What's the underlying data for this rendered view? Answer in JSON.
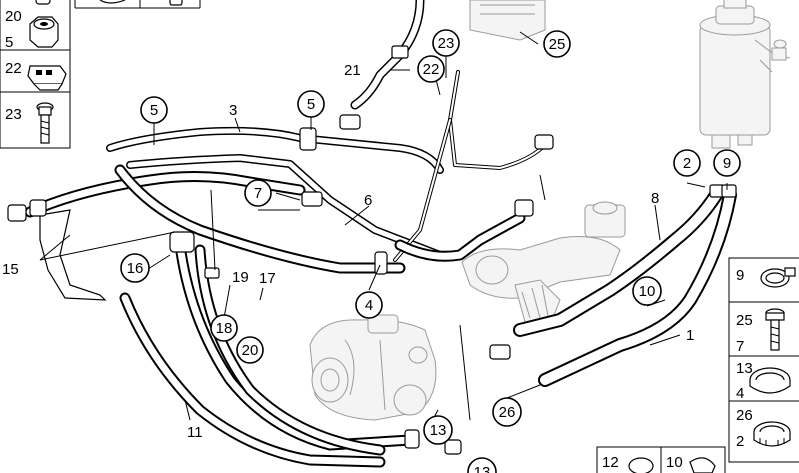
{
  "callouts": {
    "c2": "2",
    "c5a": "5",
    "c5b": "5",
    "c7": "7",
    "c9": "9",
    "c10": "10",
    "c13a": "13",
    "c13b": "13",
    "c16": "16",
    "c18": "18",
    "c20": "20",
    "c22": "22",
    "c23": "23",
    "c25": "25",
    "c26": "26",
    "c4": "4",
    "p1": "1",
    "p3": "3",
    "p6": "6",
    "p8": "8",
    "p11": "11",
    "p15": "15",
    "p17": "17",
    "p19": "19",
    "p21": "21"
  },
  "left_legend": [
    "20",
    "5",
    "22",
    "23"
  ],
  "right_legend": [
    "9",
    "25",
    "7",
    "13",
    "4",
    "26",
    "2"
  ],
  "bottom_legend": [
    "12",
    "10"
  ],
  "stub": "13"
}
